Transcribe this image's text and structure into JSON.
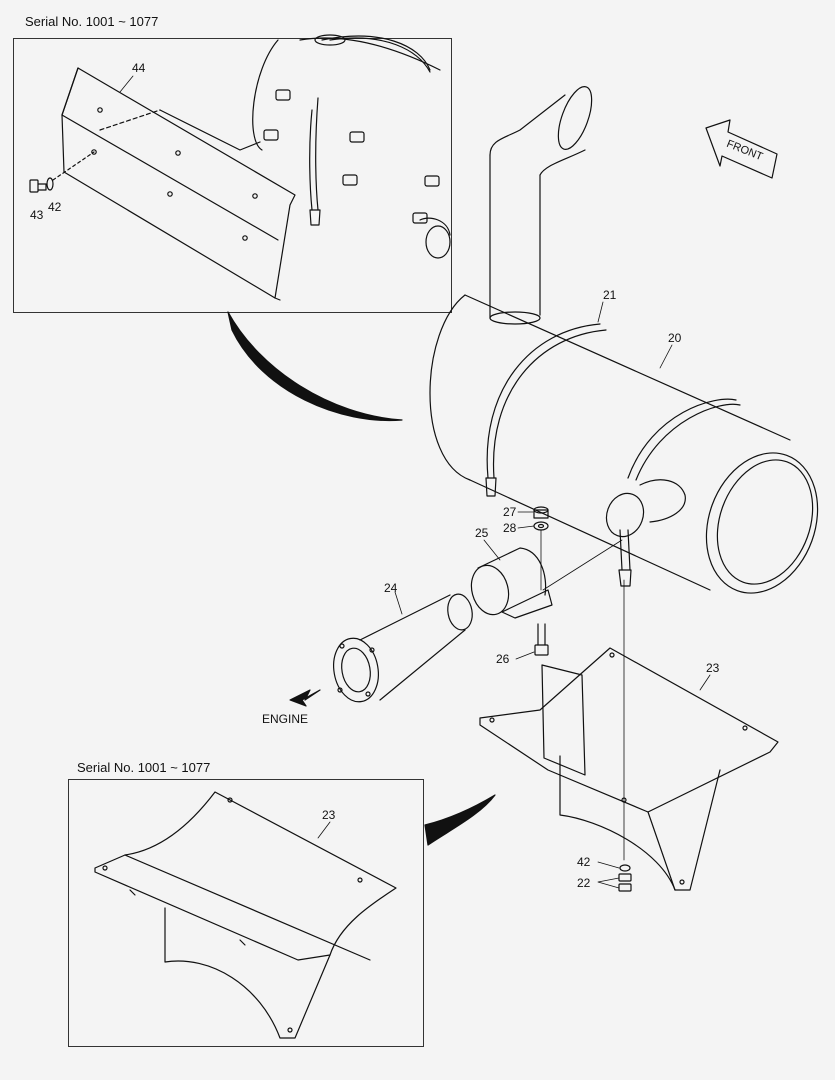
{
  "serial_top": "Serial No. 1001 ~ 1077",
  "serial_bottom": "Serial No. 1001 ~ 1077",
  "direction_label": "FRONT",
  "engine_label": "ENGINE",
  "callouts": {
    "c44": "44",
    "c43": "43",
    "c42a": "42",
    "c21": "21",
    "c20": "20",
    "c27": "27",
    "c28": "28",
    "c25": "25",
    "c24": "24",
    "c26": "26",
    "c23": "23",
    "c23b": "23",
    "c42b": "42",
    "c22": "22"
  }
}
